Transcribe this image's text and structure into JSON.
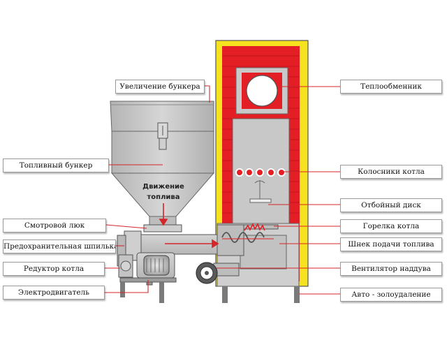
{
  "labels": {
    "bunker_extension": "Увеличение бункера",
    "fuel_bunker": "Топливный бункер",
    "inspection_hatch": "Смотровой люк",
    "safety_pin": "Предохранительная шпилька",
    "boiler_reducer": "Редуктор котла",
    "electric_motor": "Электродвигатель",
    "heat_exchanger": "Теплообменник",
    "grate_bars": "Колосники котла",
    "deflector_disk": "Отбойный диск",
    "burner": "Горелка котла",
    "feed_auger": "Шнек подачи топлива",
    "blower_fan": "Вентилятор наддува",
    "auto_ash_removal": "Авто - золоудаление"
  },
  "hopper_text": {
    "line1": "Движение",
    "line2": "топлива"
  },
  "colors": {
    "callout_line": "#d4262a",
    "insulation_yellow": "#f7e21f",
    "firebox_red": "#e31e24",
    "steel_gray": "#c8c8c8"
  }
}
